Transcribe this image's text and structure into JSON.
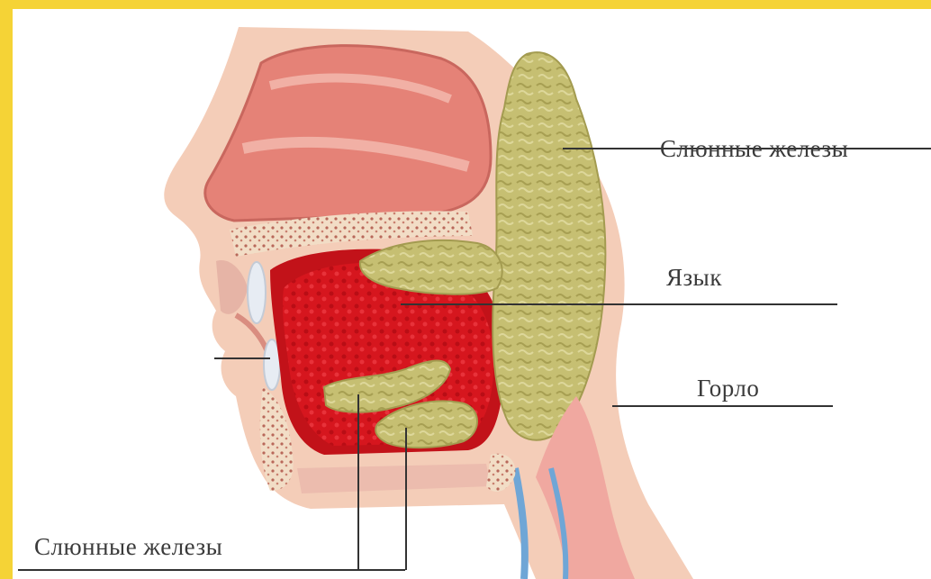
{
  "labels": {
    "salivary_glands_top": "Слюнные железы",
    "tongue": "Язык",
    "throat": "Горло",
    "salivary_glands_bottom": "Слюнные железы"
  },
  "colors": {
    "frame": "#f5d336",
    "background": "#ffffff",
    "skin": "#f3c9b4",
    "mucosa": "#e07a73",
    "tongue": "#d4141c",
    "gland": "#c2bb6c",
    "bone": "#f0dcc7",
    "leader_line": "#333333",
    "label_text": "#3a3a3a"
  }
}
